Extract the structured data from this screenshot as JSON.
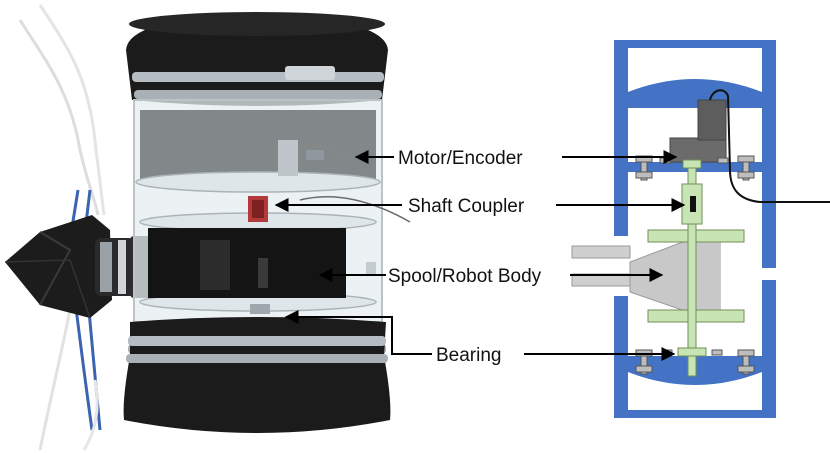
{
  "figure": {
    "labels": {
      "motor_encoder": "Motor/Encoder",
      "shaft_coupler": "Shaft Coupler",
      "spool_robot_body": "Spool/Robot Body",
      "bearing": "Bearing"
    },
    "colors": {
      "housing_blue": "#4472C4",
      "housing_dark": "#2E4F8F",
      "light_green": "#C9E4B4",
      "green_edge": "#6E8F58",
      "gray": "#C8C8C8",
      "motor_gray": "#6B6B6B",
      "rubber_black": "#1A1A1A",
      "acrylic": "#D9E1E6"
    }
  }
}
